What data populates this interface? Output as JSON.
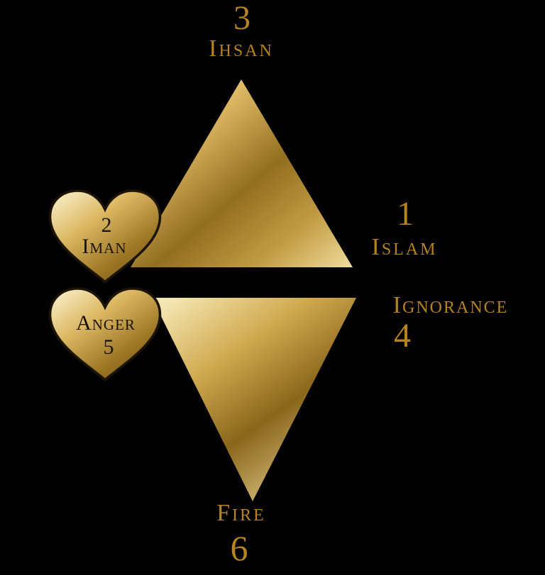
{
  "diagram": {
    "title_implied": "Two triangles and two hearts diagram",
    "top": {
      "number": "3",
      "label": "Ihsan"
    },
    "right_upper": {
      "number": "1",
      "label": "Islam"
    },
    "heart_upper": {
      "number": "2",
      "label": "Iman"
    },
    "right_lower": {
      "label": "Ignorance",
      "number": "4"
    },
    "heart_lower": {
      "label": "Anger",
      "number": "5"
    },
    "bottom": {
      "label": "Fire",
      "number": "6"
    }
  },
  "colors": {
    "background": "#000000",
    "text_gold": "#b5831f",
    "heart_text": "#1a1203",
    "triangle_up_gradient": [
      "#faf0c8",
      "#dcb763",
      "#926e20",
      "#c29c44",
      "#f0dd9e"
    ],
    "triangle_down_gradient": [
      "#f5e7b4",
      "#cfa94f",
      "#8a661c",
      "#e8d494"
    ],
    "heart_gradient": [
      "#fdf6d6",
      "#dcb863",
      "#9a7524",
      "#7a5a15"
    ],
    "heart_stroke": "#1c1405"
  }
}
